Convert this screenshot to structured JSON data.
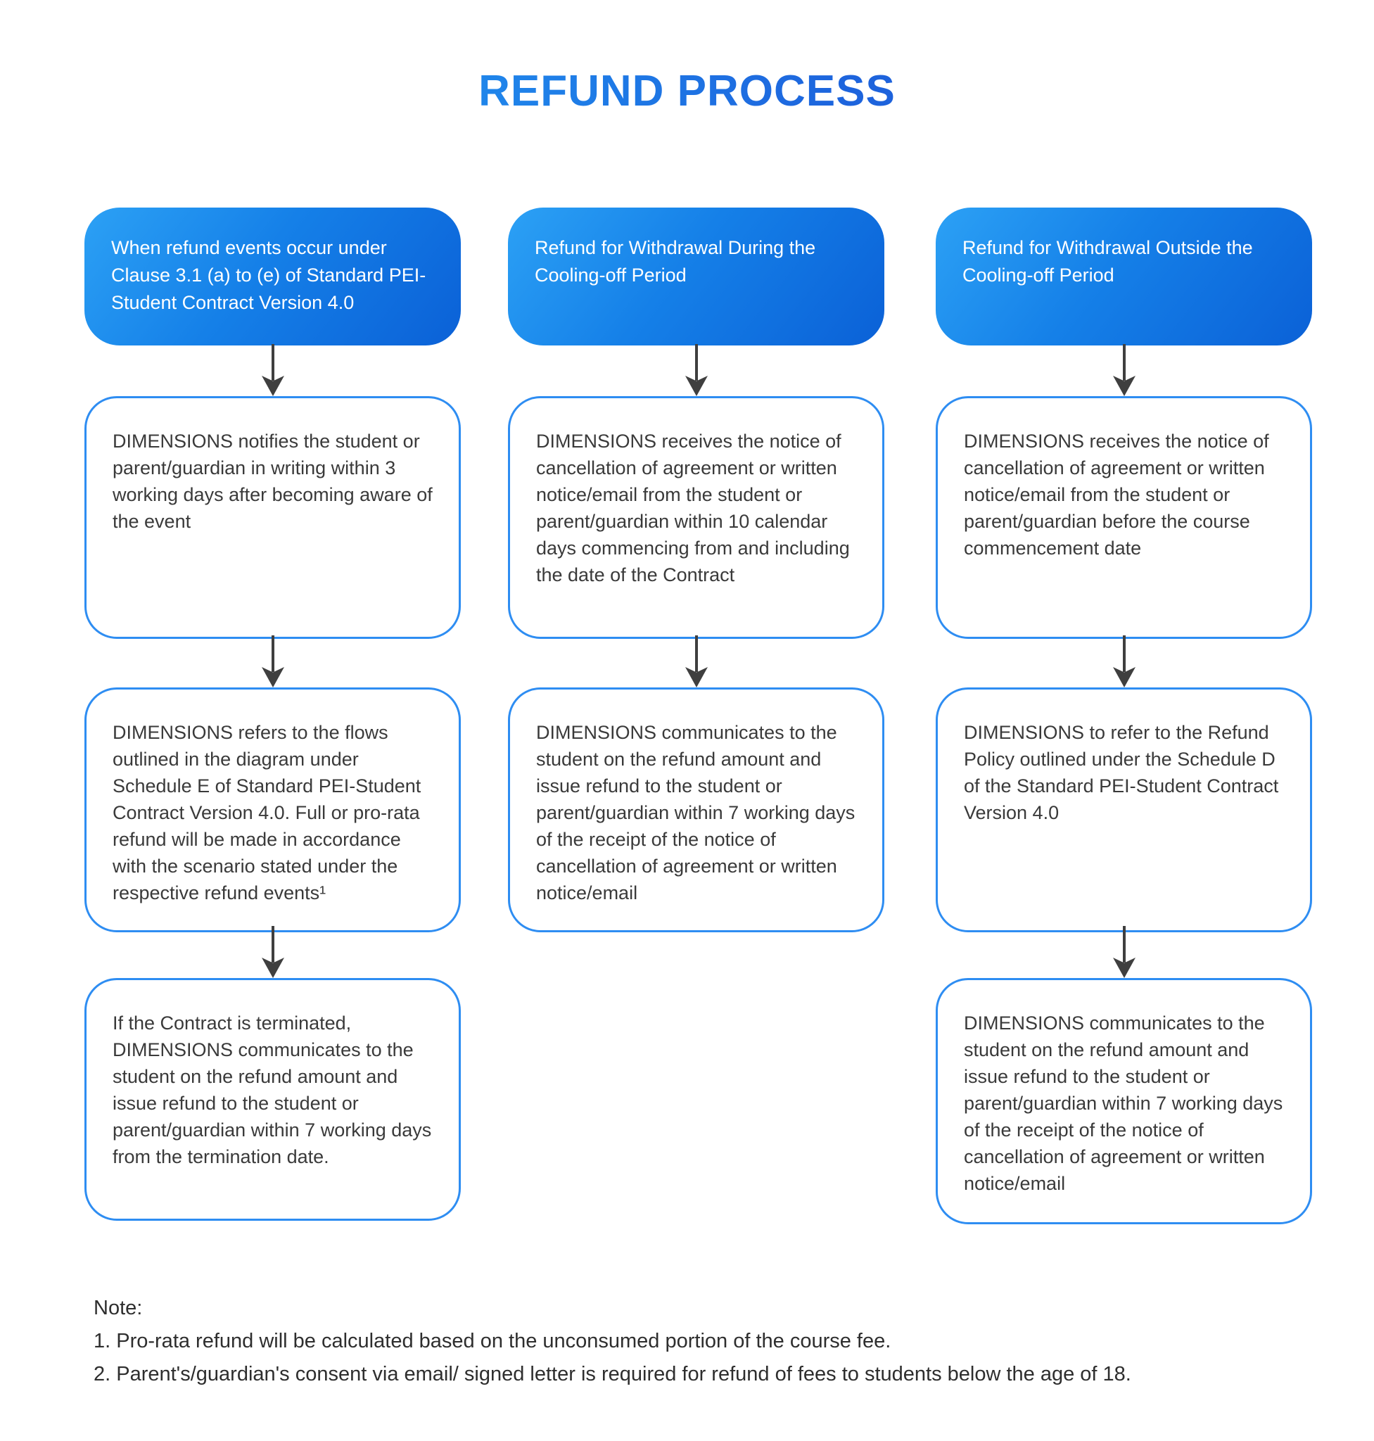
{
  "title": "REFUND PROCESS",
  "colors": {
    "title_gradient_start": "#21A4F7",
    "title_gradient_end": "#1A53D0",
    "header_gradient_start": "#2CA1F5",
    "header_gradient_end": "#0B61D7",
    "header_text": "#FFFFFF",
    "step_box_border": "#2E8DF2",
    "step_box_text": "#3A3A3A",
    "arrow": "#3F3F3F"
  },
  "columns": [
    {
      "header": "When refund events occur under Clause 3.1 (a) to (e) of Standard PEI-Student Contract Version 4.0",
      "steps": [
        "DIMENSIONS notifies the student or parent/guardian in writing within 3 working days after becoming aware of the event",
        "DIMENSIONS refers to the flows outlined in the diagram under Schedule E of Standard PEI-Student Contract Version 4.0. Full or pro-rata refund will be made in accordance with the scenario stated under the respective refund events¹",
        "If the Contract is terminated, DIMENSIONS communicates to the student on the refund amount and issue refund to the student or parent/guardian within 7 working days from the termination date."
      ]
    },
    {
      "header": "Refund for Withdrawal During the Cooling-off Period",
      "steps": [
        "DIMENSIONS receives the notice of cancellation of agreement or written notice/email from the student or parent/guardian within 10 calendar days commencing from and including the date of the Contract",
        "DIMENSIONS communicates to the student on the refund amount and issue refund to the student or parent/guardian within 7 working days of the receipt of the notice of cancellation of agreement or written notice/email"
      ]
    },
    {
      "header": "Refund for Withdrawal Outside the Cooling-off Period",
      "steps": [
        "DIMENSIONS receives the notice of cancellation of agreement or written notice/email from the student or parent/guardian before the course commencement date",
        "DIMENSIONS to refer to the Refund Policy outlined under the Schedule D of the Standard PEI-Student Contract Version 4.0",
        "DIMENSIONS communicates to the student on the refund amount and issue refund to the student or parent/guardian within 7 working days of the receipt of the notice of cancellation of agreement or written notice/email"
      ]
    }
  ],
  "note": {
    "label": "Note:",
    "items": [
      "1. Pro-rata refund will be calculated based on the unconsumed portion of the course fee.",
      "2. Parent's/guardian's consent via email/ signed letter is required for refund of fees to students below the age of 18."
    ]
  }
}
